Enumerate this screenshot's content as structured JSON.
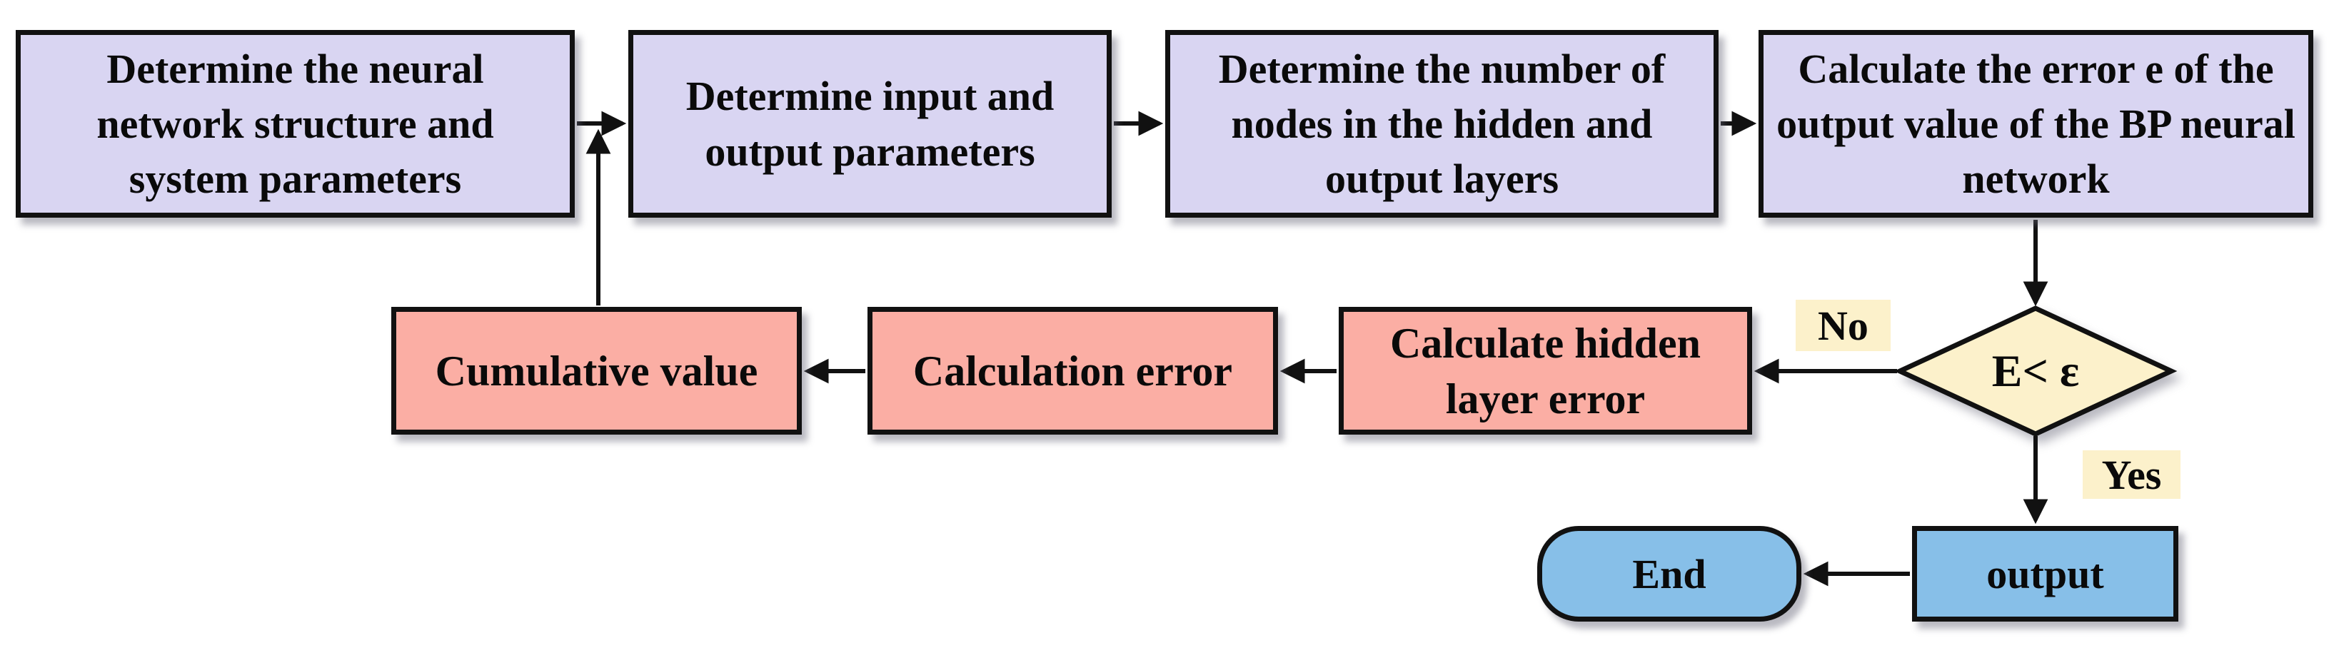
{
  "colors": {
    "process_fill": "#d9d5f2",
    "loop_fill": "#fbaea4",
    "decision_fill": "#fcf1cb",
    "terminal_fill": "#87bfe8",
    "label_bg": "#fcf1cb",
    "line": "#111111",
    "text": "#0a0a0a",
    "background": "#ffffff"
  },
  "nodes": {
    "step1": {
      "label": "Determine the neural network structure and system parameters"
    },
    "step2": {
      "label": "Determine input and output parameters"
    },
    "step3": {
      "label": "Determine the number of nodes in the hidden and output layers"
    },
    "step4": {
      "label": "Calculate the error e of the output value of the BP neural network"
    },
    "decision": {
      "label": "E< ε"
    },
    "hidden_error": {
      "label": "Calculate hidden layer error"
    },
    "calc_error": {
      "label": "Calculation error"
    },
    "cumulative": {
      "label": "Cumulative value"
    },
    "output": {
      "label": "output"
    },
    "end": {
      "label": "End"
    }
  },
  "edge_labels": {
    "no": "No",
    "yes": "Yes"
  }
}
